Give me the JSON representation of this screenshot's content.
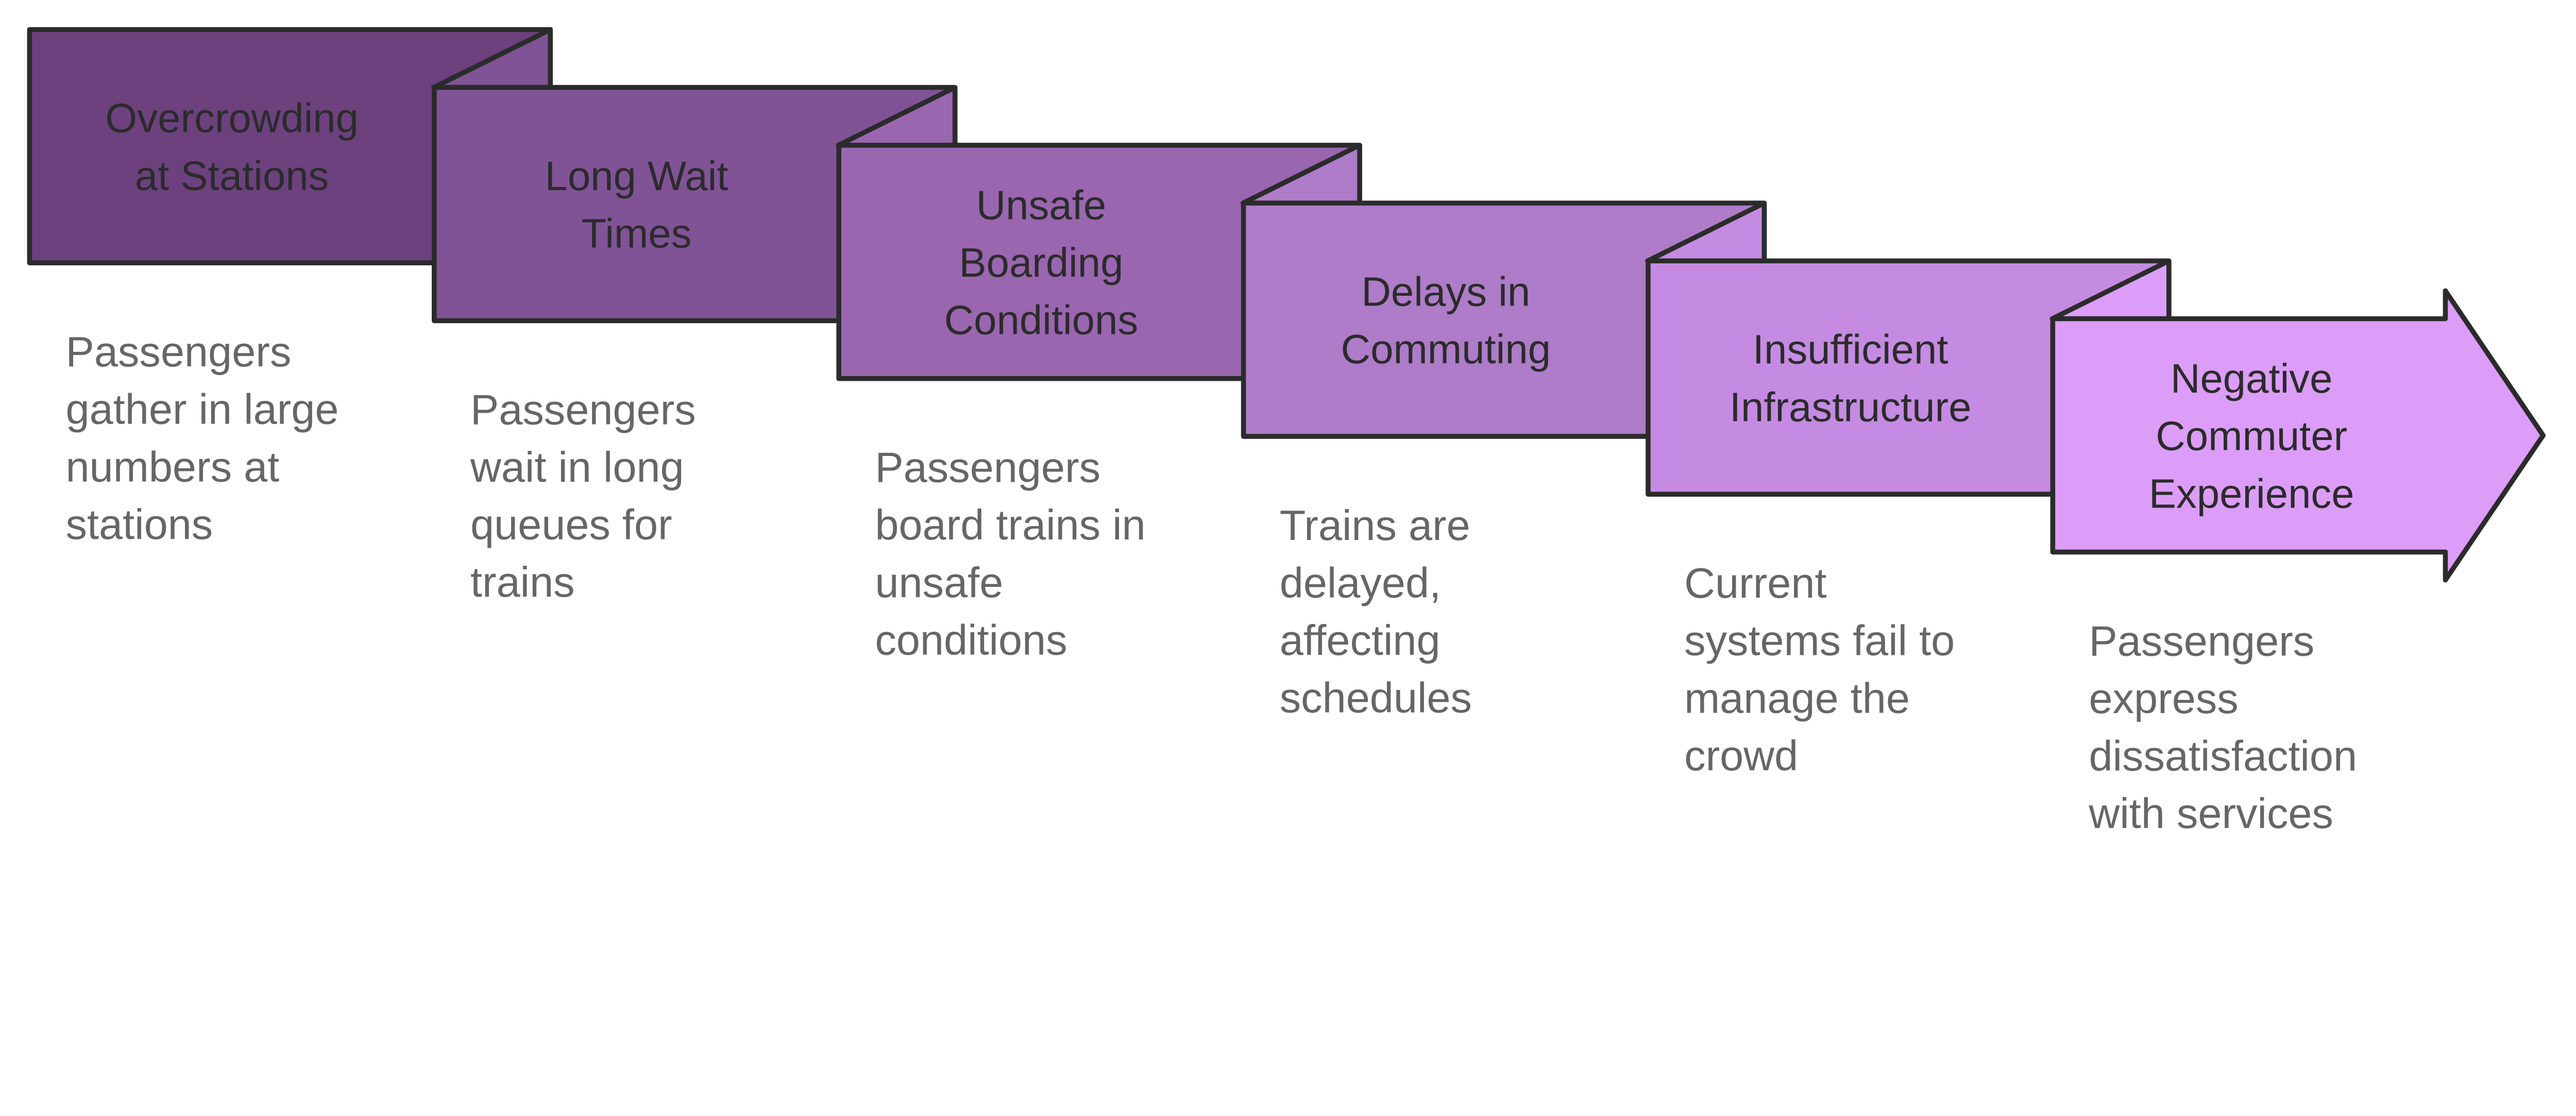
{
  "steps": [
    {
      "title": [
        "Overcrowding",
        "at Stations"
      ],
      "description": [
        "Passengers",
        "gather in large",
        "numbers at",
        "stations"
      ],
      "color": "#6c417e"
    },
    {
      "title": [
        "Long Wait",
        "Times"
      ],
      "description": [
        "Passengers",
        "wait in long",
        "queues for",
        "trains"
      ],
      "color": "#805396"
    },
    {
      "title": [
        "Unsafe",
        "Boarding",
        "Conditions"
      ],
      "description": [
        "Passengers",
        "board trains in",
        "unsafe",
        "conditions"
      ],
      "color": "#9a66b0"
    },
    {
      "title": [
        "Delays in",
        "Commuting"
      ],
      "description": [
        "Trains are",
        "delayed,",
        "affecting",
        "schedules"
      ],
      "color": "#ae7cc8"
    },
    {
      "title": [
        "Insufficient",
        "Infrastructure"
      ],
      "description": [
        "Current",
        "systems fail to",
        "manage the",
        "crowd"
      ],
      "color": "#c58be2"
    },
    {
      "title": [
        "Negative",
        "Commuter",
        "Experience"
      ],
      "description": [
        "Passengers",
        "express",
        "dissatisfaction",
        "with services"
      ],
      "color": "#dc9df8"
    }
  ],
  "colors": {
    "outline": "#2b2b2b",
    "title_text": "#2b2b2b",
    "description_text": "#666666"
  }
}
